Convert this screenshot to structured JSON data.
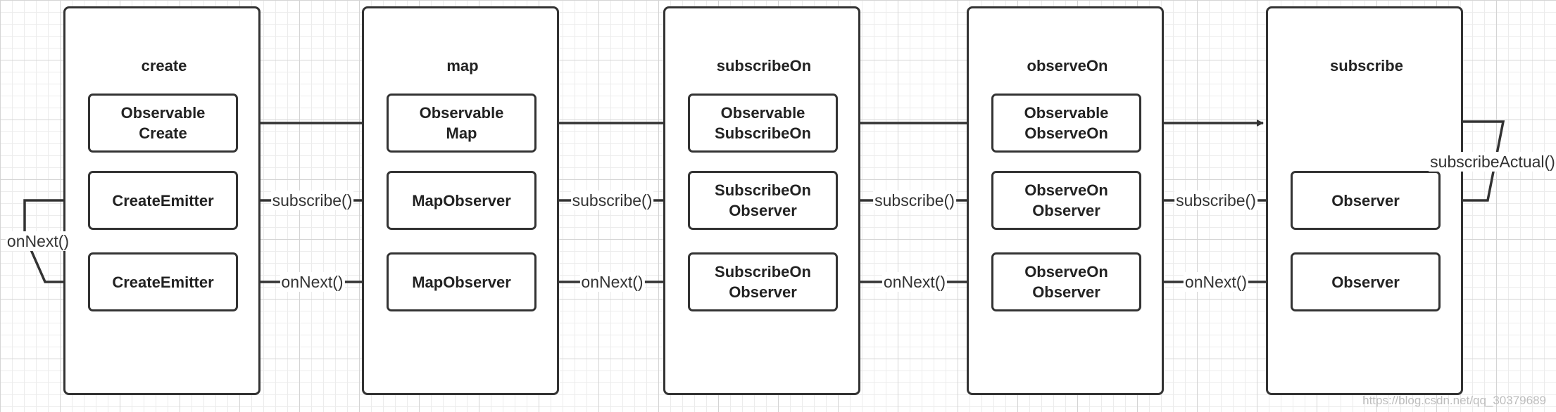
{
  "columns": [
    {
      "title": "create",
      "nodes": [
        {
          "lines": [
            "Observable",
            "Create"
          ]
        },
        {
          "lines": [
            "CreateEmitter"
          ]
        },
        {
          "lines": [
            "CreateEmitter"
          ]
        }
      ]
    },
    {
      "title": "map",
      "nodes": [
        {
          "lines": [
            "Observable",
            "Map"
          ]
        },
        {
          "lines": [
            "MapObserver"
          ]
        },
        {
          "lines": [
            "MapObserver"
          ]
        }
      ]
    },
    {
      "title": "subscribeOn",
      "nodes": [
        {
          "lines": [
            "Observable",
            "SubscribeOn"
          ]
        },
        {
          "lines": [
            "SubscribeOn",
            "Observer"
          ]
        },
        {
          "lines": [
            "SubscribeOn",
            "Observer"
          ]
        }
      ]
    },
    {
      "title": "observeOn",
      "nodes": [
        {
          "lines": [
            "Observable",
            "ObserveOn"
          ]
        },
        {
          "lines": [
            "ObserveOn",
            "Observer"
          ]
        },
        {
          "lines": [
            "ObserveOn",
            "Observer"
          ]
        }
      ]
    },
    {
      "title": "subscribe",
      "nodes": [
        {
          "lines": [
            "Observer"
          ]
        },
        {
          "lines": [
            "Observer"
          ]
        }
      ]
    }
  ],
  "edge_labels": {
    "subscribe": "subscribe()",
    "onNext": "onNext()",
    "subscribeActual": "subscribeActual()"
  },
  "watermark": "https://blog.csdn.net/qq_30379689",
  "colors": {
    "line": "#333333",
    "border": "#333333",
    "grid": "#d4d4d4"
  }
}
